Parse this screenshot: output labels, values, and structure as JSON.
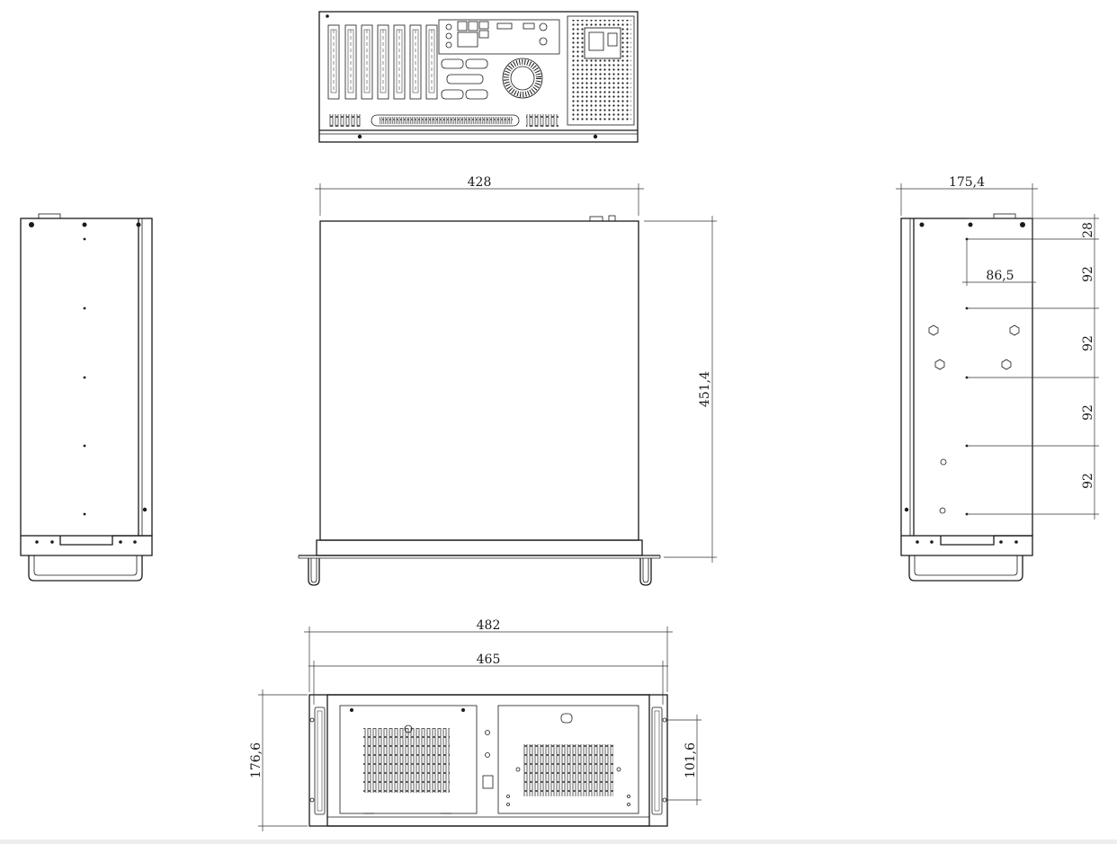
{
  "dimensions": {
    "top_width": "428",
    "top_depth": "451,4",
    "side_height": "175,4",
    "side_offset_top": "28",
    "side_offset_horizontal": "86,5",
    "side_pitch_1": "92",
    "side_pitch_2": "92",
    "side_pitch_3": "92",
    "side_pitch_4": "92",
    "front_flange_width": "482",
    "front_mount_width": "465",
    "front_height": "176,6",
    "front_handle_height": "101,6"
  },
  "colors": {
    "line": "#1a1a1a",
    "background": "#ffffff"
  }
}
